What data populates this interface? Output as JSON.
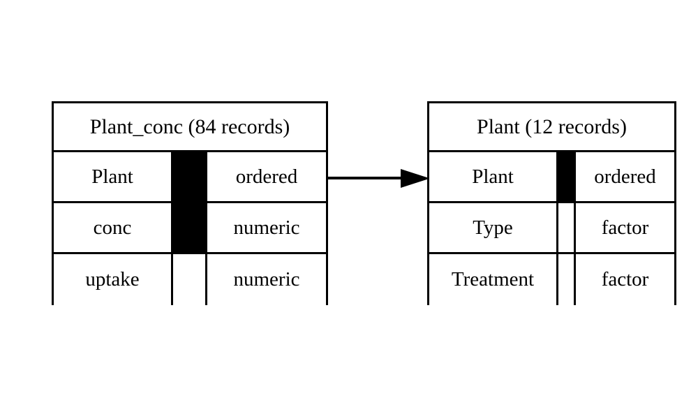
{
  "diagram": {
    "kind": "entity-relationship-diagram",
    "background_color": "#ffffff",
    "line_color": "#000000",
    "entities": [
      {
        "id": "plant_conc",
        "name": "Plant_conc",
        "record_count": "84",
        "title": "Plant_conc (84 records)",
        "fields": [
          {
            "name": "Plant",
            "key": true,
            "type": "ordered"
          },
          {
            "name": "conc",
            "key": true,
            "type": "numeric"
          },
          {
            "name": "uptake",
            "key": false,
            "type": "numeric"
          }
        ]
      },
      {
        "id": "plant",
        "name": "Plant",
        "record_count": "12",
        "title": "Plant (12 records)",
        "fields": [
          {
            "name": "Plant",
            "key": true,
            "type": "ordered"
          },
          {
            "name": "Type",
            "key": false,
            "type": "factor"
          },
          {
            "name": "Treatment",
            "key": false,
            "type": "factor"
          }
        ]
      }
    ],
    "relationship": {
      "from_entity": "plant_conc",
      "from_field": "Plant",
      "to_entity": "plant",
      "to_field": "Plant",
      "arrow_style": "solid-filled-head"
    }
  }
}
